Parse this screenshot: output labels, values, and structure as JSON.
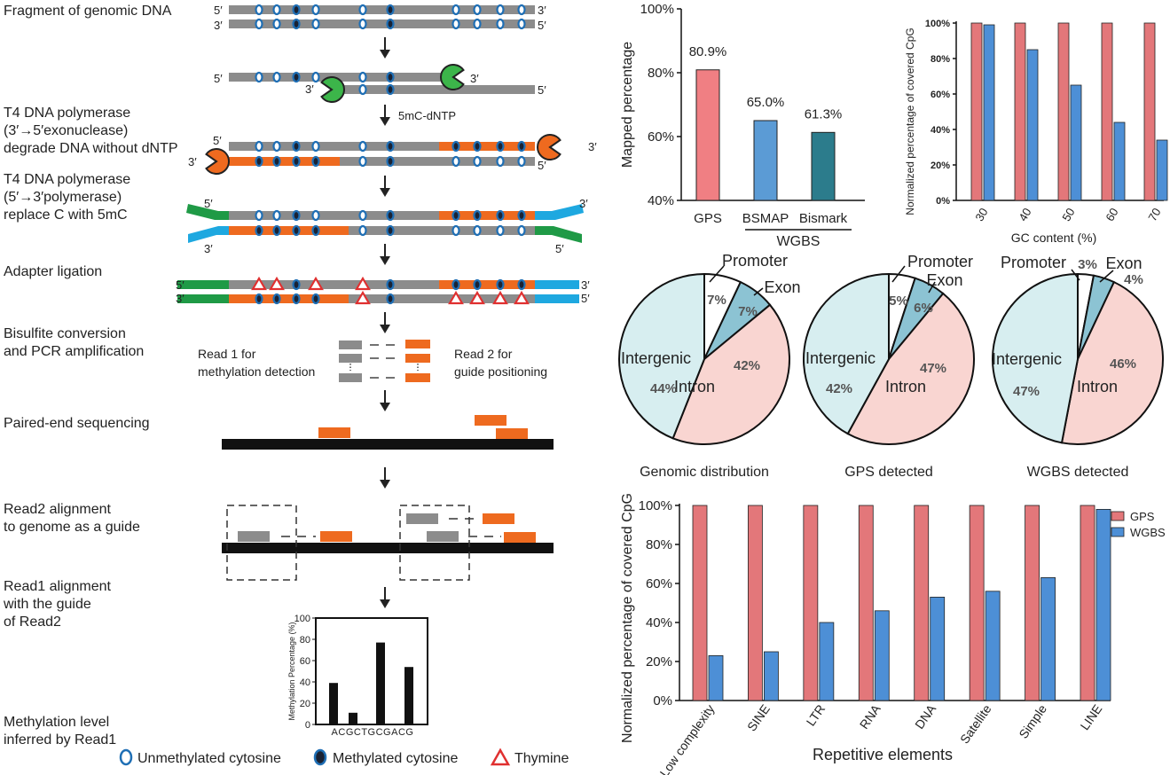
{
  "schematic": {
    "step_labels": [
      [
        "Fragment of genomic DNA"
      ],
      [
        "T4 DNA polymerase",
        "(3′→5′exonuclease)",
        "degrade DNA without dNTP"
      ],
      [
        "T4 DNA polymerase",
        "(5′→3′polymerase)",
        "replace C with 5mC"
      ],
      [
        "Adapter ligation"
      ],
      [
        "Bisulfite conversion",
        "and PCR amplification"
      ],
      [
        "Paired-end sequencing"
      ],
      [
        "Read2 alignment",
        "to genome as a guide"
      ],
      [
        "Read1 alignment",
        "with the guide",
        "of Read2"
      ],
      [
        "Methylation level",
        "inferred by Read1"
      ]
    ],
    "prime5": "5′",
    "prime3": "3′",
    "arrow_note": "5mC-dNTP",
    "read1_label": [
      "Read 1 for",
      "methylation detection"
    ],
    "read2_label": [
      "Read 2 for",
      "guide positioning"
    ],
    "colors": {
      "dna": "#8c8c8c",
      "new_strand": "#ee6a1f",
      "adapter_green": "#1f9a46",
      "adapter_blue": "#1ea8e0",
      "cytosine": "#1f6fb5",
      "thymine": "#e03030",
      "polymerase": "#3cb54a",
      "genome": "#111111"
    },
    "legend": {
      "unmethylated": "Unmethylated cytosine",
      "methylated": "Methylated cytosine",
      "thymine": "Thymine"
    }
  },
  "chart_data": [
    {
      "type": "bar",
      "ylabel": "Methylation Percentage (%)",
      "yticks": [
        "0",
        "20",
        "40",
        "60",
        "80",
        "100"
      ],
      "ylim": [
        0,
        100
      ],
      "categories": [
        "ACG",
        "CTG",
        "CGA",
        "CG"
      ],
      "category_text": "ACGCTGCGACG",
      "values": [
        39,
        11,
        77,
        54
      ],
      "color": "#111111"
    },
    {
      "type": "bar",
      "ylabel": "Mapped percentage",
      "ylim": [
        40,
        100
      ],
      "yticks": [
        "40%",
        "60%",
        "80%",
        "100%"
      ],
      "categories": [
        "GPS",
        "BSMAP",
        "Bismark"
      ],
      "values": [
        80.9,
        65.0,
        61.3
      ],
      "value_labels": [
        "80.9%",
        "65.0%",
        "61.3%"
      ],
      "colors": [
        "#f07f83",
        "#5b9bd5",
        "#2c7c8c"
      ],
      "group_label": "WGBS"
    },
    {
      "type": "bar",
      "ylabel": "Normalized percentage of covered CpG",
      "xlabel": "GC content (%)",
      "ylim": [
        0,
        100
      ],
      "yticks": [
        "0%",
        "20%",
        "40%",
        "60%",
        "80%",
        "100%"
      ],
      "categories": [
        "30",
        "40",
        "50",
        "60",
        "70"
      ],
      "series": [
        {
          "values": [
            100,
            100,
            100,
            100,
            100
          ],
          "color": "#e3777a"
        },
        {
          "values": [
            99,
            85,
            65,
            44,
            34
          ],
          "color": "#4d8fd6"
        }
      ]
    },
    {
      "type": "pie",
      "caption": "Genomic distribution",
      "slices": [
        {
          "label": "Promoter",
          "value": 7,
          "text": "7%",
          "color": "#ffffff"
        },
        {
          "label": "Exon",
          "value": 7,
          "text": "7%",
          "color": "#8cc3d3"
        },
        {
          "label": "Intron",
          "value": 42,
          "text": "42%",
          "color": "#f9d5d1"
        },
        {
          "label": "Intergenic",
          "value": 44,
          "text": "44%",
          "color": "#d7eef0"
        }
      ]
    },
    {
      "type": "pie",
      "caption": "GPS detected",
      "slices": [
        {
          "label": "Promoter",
          "value": 5,
          "text": "5%",
          "color": "#ffffff"
        },
        {
          "label": "Exon",
          "value": 6,
          "text": "6%",
          "color": "#8cc3d3"
        },
        {
          "label": "Intron",
          "value": 47,
          "text": "47%",
          "color": "#f9d5d1"
        },
        {
          "label": "Intergenic",
          "value": 42,
          "text": "42%",
          "color": "#d7eef0"
        }
      ]
    },
    {
      "type": "pie",
      "caption": "WGBS detected",
      "slices": [
        {
          "label": "Promoter",
          "value": 3,
          "text": "3%",
          "color": "#ffffff"
        },
        {
          "label": "Exon",
          "value": 4,
          "text": "4%",
          "color": "#8cc3d3"
        },
        {
          "label": "Intron",
          "value": 46,
          "text": "46%",
          "color": "#f9d5d1"
        },
        {
          "label": "Intergenic",
          "value": 47,
          "text": "47%",
          "color": "#d7eef0"
        }
      ]
    },
    {
      "type": "bar",
      "ylabel": "Normalized percentage of covered CpG",
      "xlabel": "Repetitive elements",
      "ylim": [
        0,
        100
      ],
      "yticks": [
        "0%",
        "20%",
        "40%",
        "60%",
        "80%",
        "100%"
      ],
      "categories": [
        "Low complexity",
        "SINE",
        "LTR",
        "RNA",
        "DNA",
        "Satellite",
        "Simple",
        "LINE"
      ],
      "series": [
        {
          "name": "GPS",
          "values": [
            100,
            100,
            100,
            100,
            100,
            100,
            100,
            100
          ],
          "color": "#e3777a"
        },
        {
          "name": "WGBS",
          "values": [
            23,
            25,
            40,
            46,
            53,
            56,
            63,
            98
          ],
          "color": "#4d8fd6"
        }
      ],
      "legend_position": "top-right"
    }
  ]
}
